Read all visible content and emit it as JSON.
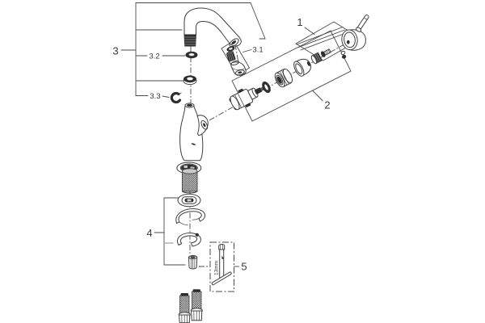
{
  "figure": {
    "type": "exploded-parts-diagram",
    "subject": "single-lever-faucet",
    "colors": {
      "background": "#ffffff",
      "line": "#3f3f3f",
      "dark_fill": "#2e2e2e",
      "text": "#3a3a3a"
    },
    "labels": {
      "group1": "1",
      "group2": "2",
      "group3": "3",
      "group3_1": "3.1",
      "group3_2": "3.2",
      "group3_3": "3.3",
      "group4": "4",
      "group5": "5"
    },
    "annotations": {
      "tool_size": "13mm"
    },
    "parts": [
      "lever-handle",
      "handle-screw",
      "handle-plug",
      "dome-cap",
      "adapter-bushing",
      "ring-nut",
      "cartridge-o-ring",
      "cartridge",
      "spout",
      "aerator-assembly",
      "spout-o-ring",
      "slip-ring",
      "retaining-clip",
      "faucet-body",
      "base-flange",
      "threaded-shank",
      "oval-mounting-flange",
      "spacer-bracket",
      "horseshoe-clamp",
      "mounting-nut",
      "socket-tool",
      "supply-hoses"
    ]
  }
}
